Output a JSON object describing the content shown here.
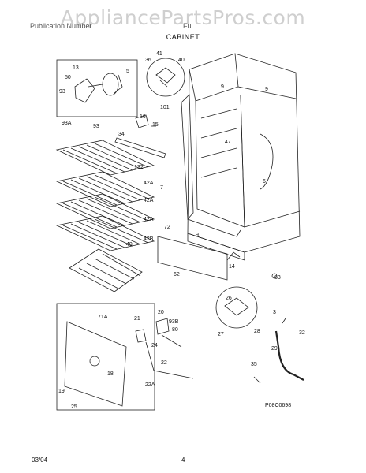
{
  "watermark": "AppliancePartsPros.com",
  "header": {
    "left": "Publication Number",
    "right": "Fu...",
    "section": "CABINET"
  },
  "labels": {
    "l13": "13",
    "l50": "50",
    "l5": "5",
    "l93": "93",
    "l93a": "93A",
    "l93b": "93",
    "l41": "41",
    "l36": "36",
    "l40": "40",
    "l101": "101",
    "l16": "16",
    "l15": "15",
    "l34": "34",
    "l9a": "9",
    "l9b": "9",
    "l47": "47",
    "l132": "132",
    "l42a1": "42A",
    "l42a2": "42A",
    "l42a3": "42A",
    "l42b": "42B",
    "l7": "7",
    "l6": "6",
    "l9c": "9",
    "l72": "72",
    "l49": "49",
    "l62": "62",
    "l14": "14",
    "l63": "63",
    "l26": "26",
    "l27": "27",
    "l28": "28",
    "l3": "3",
    "l32": "32",
    "l29": "29",
    "l35": "35",
    "l71a": "71A",
    "l21": "21",
    "l20": "20",
    "l93c": "93B",
    "l80": "80",
    "l24": "24",
    "l22": "22",
    "l18": "18",
    "l19": "19",
    "l25": "25",
    "l22a": "22A"
  },
  "drawing_code": "P08C0698",
  "footer": {
    "date": "03/04",
    "page": "4"
  }
}
